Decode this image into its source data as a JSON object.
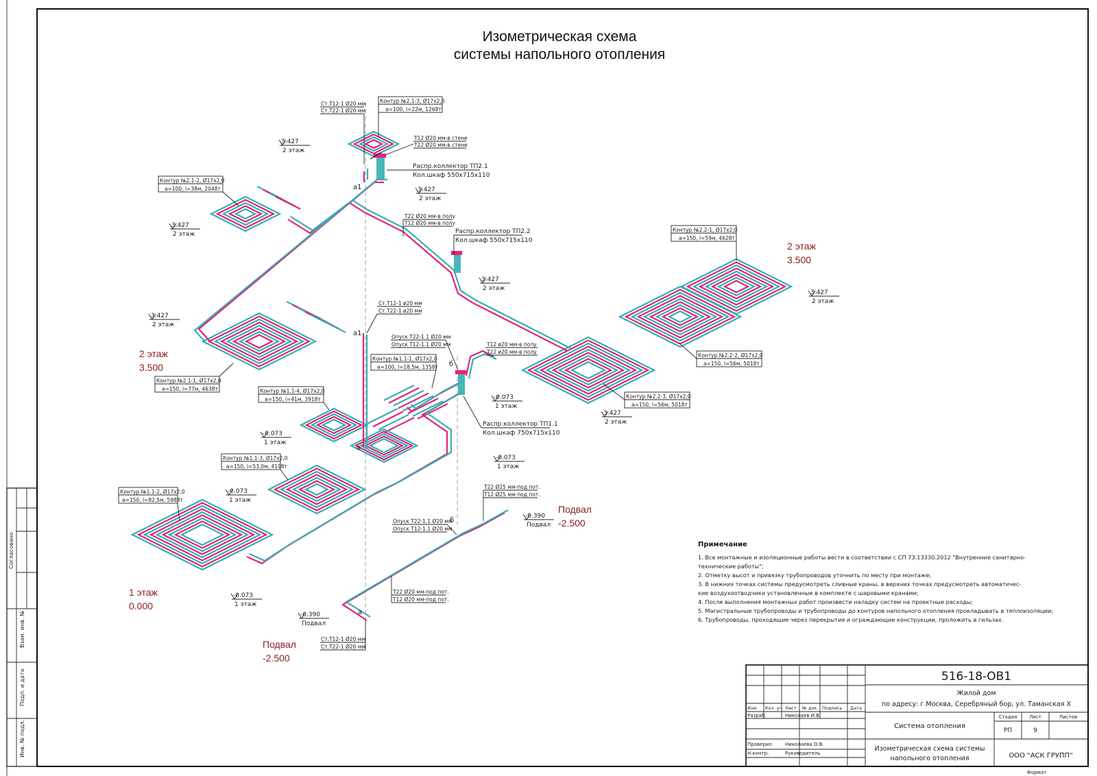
{
  "title": {
    "line1": "Изометрическая схема",
    "line2": "системы напольного отопления"
  },
  "colors": {
    "supply": "#e2237a",
    "return": "#35aeb1",
    "level_text": "#8b1a1a"
  },
  "floor_levels": [
    {
      "label": "2 этаж",
      "value": "3.500"
    },
    {
      "label": "2 этаж",
      "value": "3.500"
    },
    {
      "label": "1 этаж",
      "value": "0.000"
    },
    {
      "label": "Подвал",
      "value": "-2.500"
    },
    {
      "label": "Подвал",
      "value": "-2.500"
    }
  ],
  "contours": [
    {
      "name": "Контур №2.1-3, Ø17х2,0",
      "params": "a=100, l=22м, 1268т"
    },
    {
      "name": "Контур №2.1-2, Ø17х2,0",
      "params": "a=100, l=38м, 2048т"
    },
    {
      "name": "Контур №2.2-1, Ø17х2,0",
      "params": "a=150, l=59м, 4628т"
    },
    {
      "name": "Контур №2.1-1, Ø17х2,0",
      "params": "a=150, l=77м, 4638т"
    },
    {
      "name": "Контур №1.1-1, Ø17х2,0",
      "params": "a=100, l=18,5м, 1358т"
    },
    {
      "name": "Контур №1.1-4, Ø17х2,0",
      "params": "a=150, l=41м, 3918т"
    },
    {
      "name": "Контур №2.2-2, Ø17х2,0",
      "params": "a=150, l=56м, 5018т"
    },
    {
      "name": "Контур №2.2-3, Ø17х2,0",
      "params": "a=150, l=56м, 5018т"
    },
    {
      "name": "Контур №1.1-3, Ø17х2,0",
      "params": "a=150, l=53,0м, 4198т"
    },
    {
      "name": "Контур №1.1-2, Ø17х2,0",
      "params": "a=150, l=82,5м, 5988т"
    }
  ],
  "collectors": [
    {
      "name": "Распр.коллектор ТП2.1",
      "cabinet": "Кол.шкаф 550х715х110"
    },
    {
      "name": "Распр.коллектор ТП2.2",
      "cabinet": "Кол.шкаф 550х715х110"
    },
    {
      "name": "Распр.коллектор ТП1.1",
      "cabinet": "Кол.шкаф 750х715х110"
    }
  ],
  "pipe_labels": {
    "st_top_1": "Ст.Т12-1 Ø20 мм",
    "st_top_2": "Ст.Т22-1 Ø20 мм",
    "wall_1": "Т12 Ø20 мм-в стене",
    "wall_2": "Т22 Ø20 мм-в стене",
    "floor22_1": "Т22 Ø20 мм-в полу",
    "floor22_2": "Т12 Ø20 мм-в полу",
    "st_mid_1": "Ст.Т12-1 ø20 мм",
    "st_mid_2": "Ст.Т22-1 ø20 мм",
    "drop_1": "Опуск Т22-1.1 Ø20 мм",
    "drop_2": "Опуск Т12-1.1 Ø20 мм",
    "floor11_1": "Т12 ø20 мм-в полу",
    "floor11_2": "Т22 ø20 мм-в полу",
    "ceil25_1": "Т22 Ø25 мм-под пот.",
    "ceil25_2": "Т12 Ø25 мм-под пот.",
    "drop_b_1": "Опуск Т22-1.1 Ø20 мм",
    "drop_b_2": "Опуск Т12-1.1 Ø20 мм",
    "ceil20_1": "Т22 Ø20 мм-под пот.",
    "ceil20_2": "Т12 Ø20 мм-под пот.",
    "st_bot_1": "Ст.Т12-1 Ø20 мм",
    "st_bot_2": "Ст.Т22-1 Ø20 мм"
  },
  "markers": {
    "a1": "а1",
    "a": "а",
    "b": "б"
  },
  "elevations": {
    "e3427": "3.427",
    "floor2": "2 этаж",
    "e0073": "-0.073",
    "floor1": "1 этаж",
    "e0390": "-0.390",
    "basement": "Подвал"
  },
  "notes": {
    "heading": "Примечание",
    "items": [
      "1. Все монтажные и изоляционные работы вести в соответствии с СП 73.13330.2012 \"Внутренние санитарно-",
      "технические работы\";",
      "2. Отметку высот и привязку трубопроводов уточнить по месту при монтаже;",
      "3. В нижних точках системы предусмотреть сливные краны, в верхних точках предусмотреть автоматичес-",
      "кие воздухоотводчики установленные в комплекте с шаровыми кранами;",
      "4. После выполнения монтажных работ произвести наладку систем на проектные расходы;",
      "5. Магистральные трубопроводы и трубопроводы до контуров напольного отопления прокладывать в теплоизоляции;",
      "6. Трубопроводы, проходящие через перекрытия и ограждающие конструкции, проложить в гильзах."
    ]
  },
  "stamp": {
    "code": "516-18-ОВ1",
    "object_1": "Жилой дом",
    "object_2": "по адресу: г.Москва, Серебряный бор, ул. Таманская Х",
    "headers": [
      "Изм.",
      "Кол. уч",
      "Лист",
      "№ док.",
      "Подпись",
      "Дата"
    ],
    "developed": "Разраб.",
    "developed_name": "Николаев И.В.",
    "checked": "Проверил",
    "checked_name": "Николаева О.В.",
    "norm": "Н.контр.",
    "norm_name": "Руководитель",
    "system": "Система отопления",
    "stage_h": "Стадия",
    "sheet_h": "Лист",
    "sheets_h": "Листов",
    "stage": "РП",
    "sheet": "9",
    "drawing_1": "Изометрическая схема системы",
    "drawing_2": "напольного отопления",
    "company": "ООО \"АСК ГРУПП\"",
    "format": "Формат"
  },
  "side_stamp": [
    "Согласовано",
    "Взам. инв. №",
    "Подп. и дата",
    "Инв. № подл."
  ]
}
